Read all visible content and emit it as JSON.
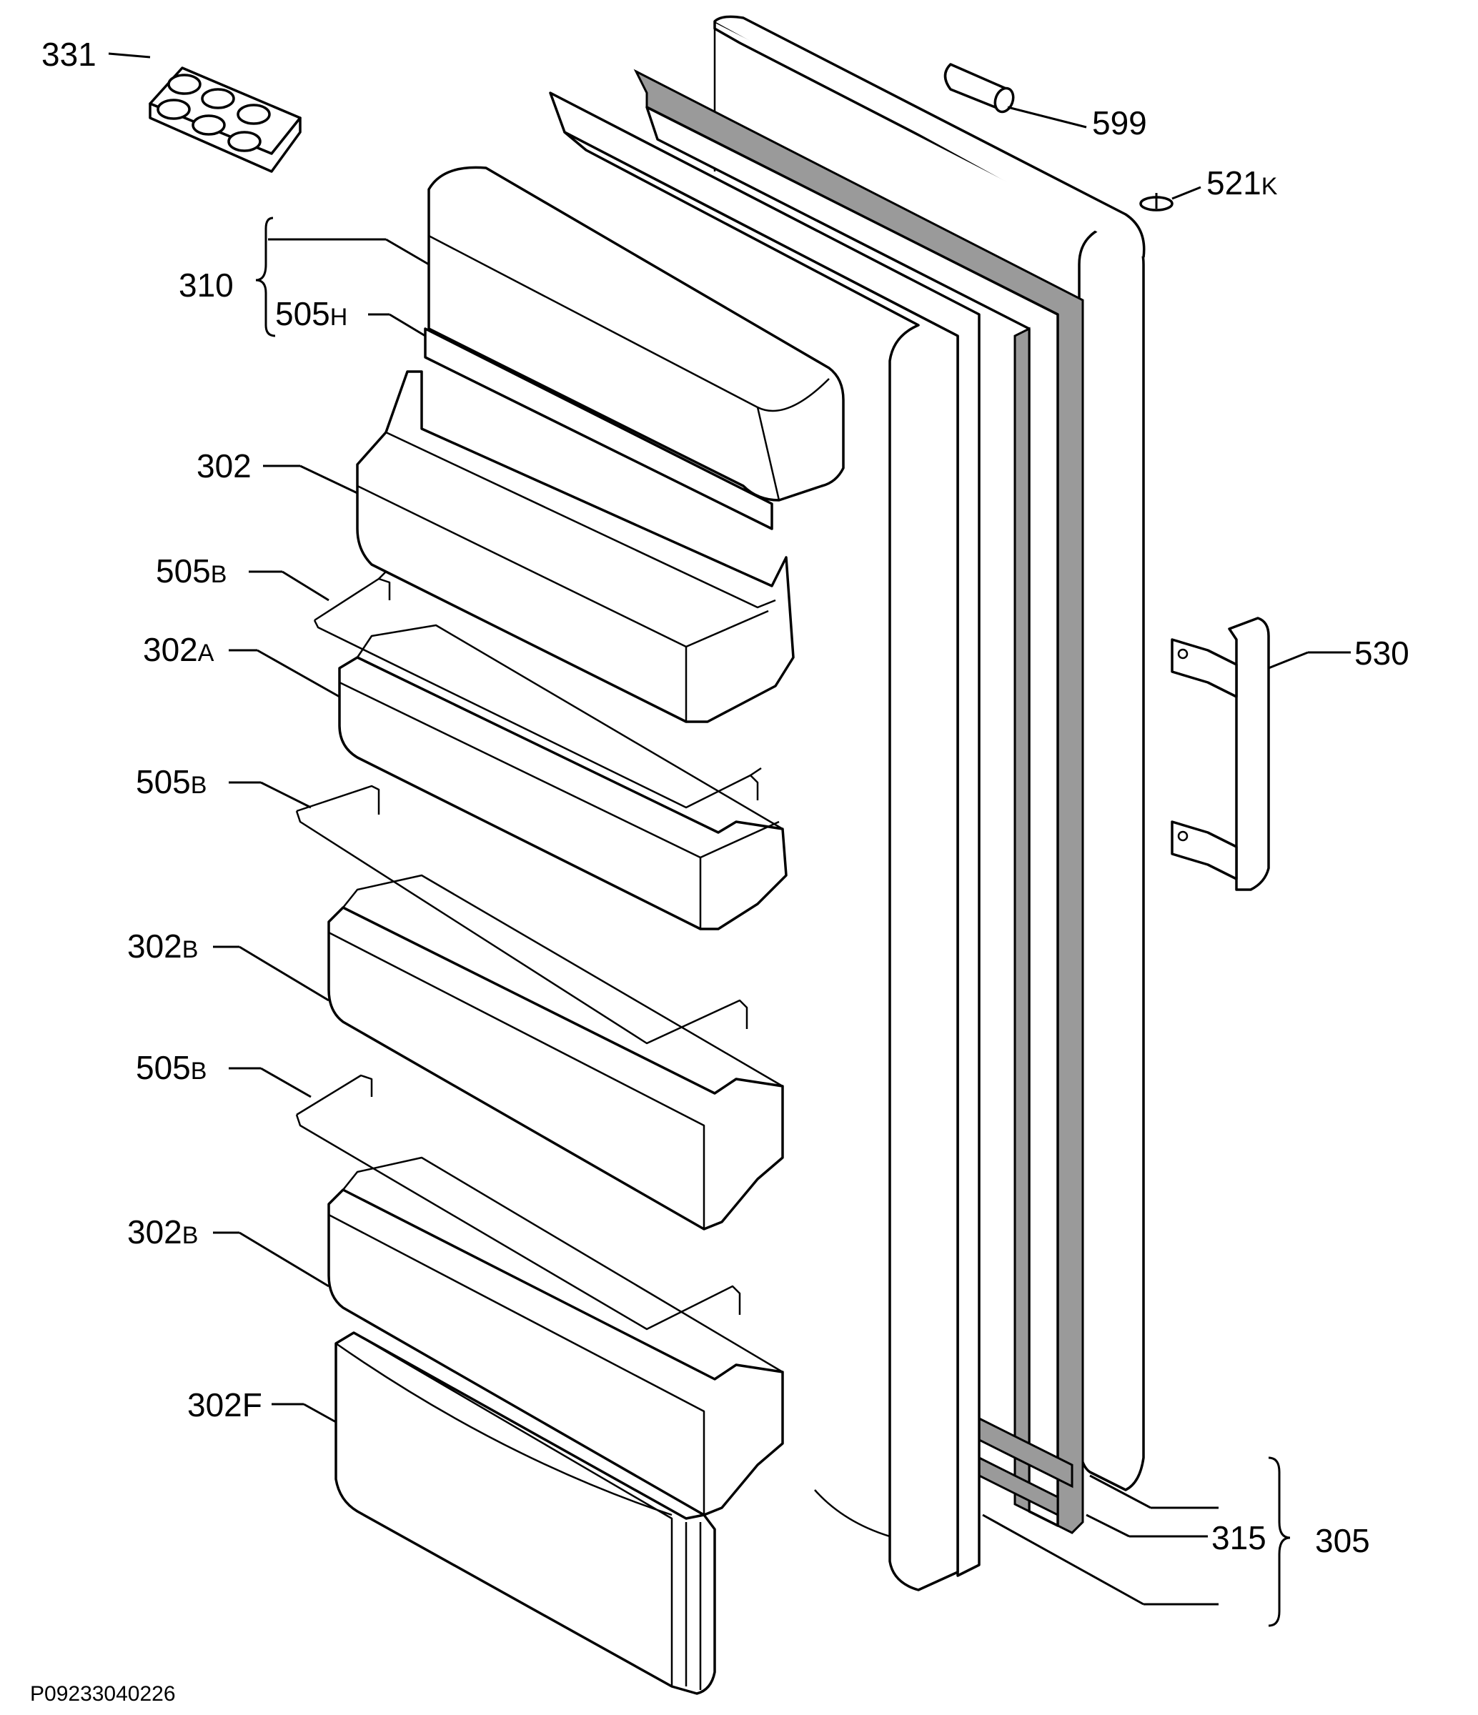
{
  "drawing_ref": "P09233040226",
  "callouts": [
    {
      "id": "c331",
      "main": "331",
      "suffix": ""
    },
    {
      "id": "c599",
      "main": "599",
      "suffix": ""
    },
    {
      "id": "c521k",
      "main": "521",
      "suffix": "K"
    },
    {
      "id": "c310",
      "main": "310",
      "suffix": ""
    },
    {
      "id": "c505h",
      "main": "505",
      "suffix": "H"
    },
    {
      "id": "c302",
      "main": "302",
      "suffix": ""
    },
    {
      "id": "c505b1",
      "main": "505",
      "suffix": "B"
    },
    {
      "id": "c302a",
      "main": "302",
      "suffix": "A"
    },
    {
      "id": "c530",
      "main": "530",
      "suffix": ""
    },
    {
      "id": "c505b2",
      "main": "505",
      "suffix": "B"
    },
    {
      "id": "c302b1",
      "main": "302",
      "suffix": "B"
    },
    {
      "id": "c505b3",
      "main": "505",
      "suffix": "B"
    },
    {
      "id": "c302b2",
      "main": "302",
      "suffix": "B"
    },
    {
      "id": "c302f",
      "main": "302F",
      "suffix": ""
    },
    {
      "id": "c315",
      "main": "315",
      "suffix": ""
    },
    {
      "id": "c305",
      "main": "305",
      "suffix": ""
    }
  ]
}
